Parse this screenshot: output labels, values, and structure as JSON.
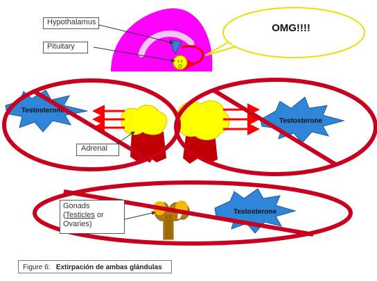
{
  "labels": {
    "hypothalamus": "Hypothalamus",
    "pituitary": "Pituitary",
    "adrenal": "Adrenal",
    "gonads_line1": "Gonads",
    "gonads_line2_underlined": "Testicles",
    "gonads_line2_rest": " or",
    "gonads_line3": "Ovaries)",
    "gonads_paren": "("
  },
  "speech_bubble": {
    "text": "OMG!!!!"
  },
  "hormones": {
    "left": "Testosterone",
    "right": "Testosterone",
    "bottom": "Testosterone"
  },
  "pituitary_marks": {
    "eyes": "x x",
    "mouth": "O"
  },
  "caption": {
    "figure_label": "Figure 6:",
    "title": "Extirpación de ambas glándulas"
  },
  "colors": {
    "brain": "#ff00ff",
    "prohibition": "#c8001e",
    "gland_yellow": "#ffff00",
    "kidney": "#c00000",
    "hormone_star": "#2f86d9",
    "arrow": "#ff0000",
    "bubble_border": "#e8e000",
    "gonad": "#f5b800"
  }
}
